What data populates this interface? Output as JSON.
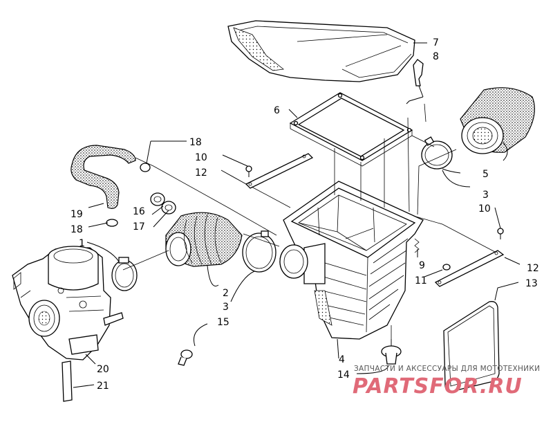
{
  "labels": {
    "p1": "1",
    "p2": "2",
    "p3a": "3",
    "p3b": "3",
    "p4": "4",
    "p5": "5",
    "p6": "6",
    "p7": "7",
    "p8": "8",
    "p9": "9",
    "p10a": "10",
    "p10b": "10",
    "p11": "11",
    "p12a": "12",
    "p12b": "12",
    "p13": "13",
    "p14": "14",
    "p15": "15",
    "p16": "16",
    "p17": "17",
    "p18a": "18",
    "p18b": "18",
    "p19": "19",
    "p20": "20",
    "p21": "21"
  },
  "watermark": {
    "caption": "ЗАПЧАСТИ И АКСЕССУАРЫ ДЛЯ МОТОТЕХНИКИ",
    "logo": "PARTSFOR.RU",
    "color": "#e06a78"
  }
}
